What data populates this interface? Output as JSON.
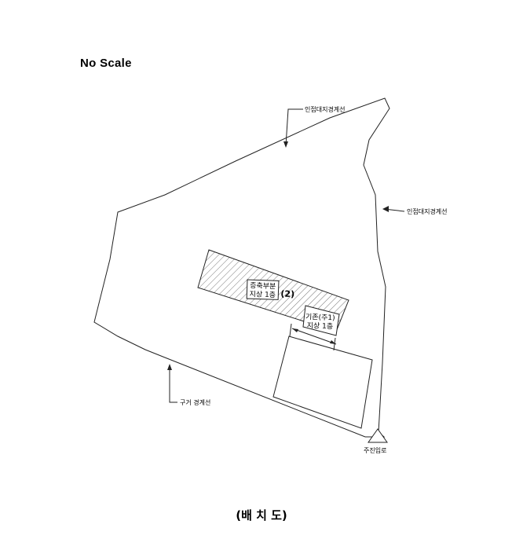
{
  "header": {
    "scale_note": "No Scale"
  },
  "labels": {
    "neighbor_boundary_top": "인접대지경계선",
    "neighbor_boundary_right": "인접대지경계선",
    "old_boundary": "구거 경계선",
    "main_entrance": "주진입로"
  },
  "buildings": {
    "main": {
      "line1": "증축부분",
      "line2": "지상 1층",
      "suffix": "(2)"
    },
    "existing": {
      "line1": "기존(주1)",
      "line2": "지상 1층"
    }
  },
  "caption": "(배 치 도)"
}
